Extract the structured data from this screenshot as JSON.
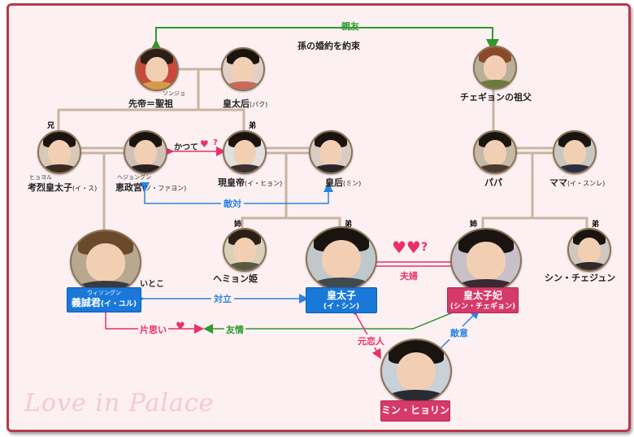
{
  "watermark": "Love in Palace",
  "relations": {
    "best_friend": "親友",
    "engagement": "孫の婚約を約束",
    "once": "かつて",
    "question1": "?",
    "rival": "敵対",
    "cousin": "いとこ",
    "confrontation": "対立",
    "couple": "夫婦",
    "question2": "?",
    "unrequited": "片思い",
    "friendship": "友情",
    "ex_lover": "元恋人",
    "hostility": "敵意",
    "older_brother": "兄",
    "younger_brother1": "弟",
    "older_sister1": "姉",
    "younger_brother2": "弟",
    "older_sister2": "姉",
    "younger_brother3": "弟"
  },
  "people": {
    "late_emperor": {
      "name": "先帝＝聖祖",
      "ruby": "ソンジョ",
      "color": "#d89a4a"
    },
    "grand_empress": {
      "name": "皇太后",
      "sub": "(パク)",
      "color": "#c86a5a"
    },
    "grandfather": {
      "name": "チェギョンの祖父",
      "color": "#6a7a3a"
    },
    "late_prince": {
      "name": "考烈皇太子",
      "sub": "(イ・ス)",
      "ruby": "ヒョヨル",
      "color": "#3a2a20"
    },
    "hyejeong": {
      "name": "恵政宮",
      "sub": "(ソ・ファヨン)",
      "ruby": "ヘジョングン",
      "color": "#2a2020"
    },
    "emperor": {
      "name": "現皇帝",
      "sub": "(イ・ヒョン)",
      "color": "#3a3030"
    },
    "empress": {
      "name": "皇后",
      "sub": "(ミン)",
      "color": "#2a2428"
    },
    "papa": {
      "name": "パパ",
      "color": "#4a3a30"
    },
    "mama": {
      "name": "ママ",
      "sub": "(イ・スンレ)",
      "color": "#2a3040"
    },
    "hyemyeong": {
      "name": "ヘミョン姫",
      "color": "#5a5a40"
    },
    "shin_chaejun": {
      "name": "シン・チェジュン",
      "color": "#302a28"
    }
  },
  "boxes": {
    "yul": {
      "name": "義誠君",
      "sub": "(イ・ユル)",
      "ruby": "ウィソングン"
    },
    "crown_prince": {
      "name": "皇太子",
      "sub": "(イ・シン)"
    },
    "princess": {
      "name": "皇太子妃",
      "sub": "(シン・チェギョン)"
    },
    "hyorin": {
      "name": "ミン・ヒョリン"
    }
  },
  "colors": {
    "frame": "#b83a4a",
    "background": "#fdf0f2",
    "green": "#2e9a2e",
    "blue": "#2a84e0",
    "pink": "#e8306a",
    "family_line": "#c8b4a0"
  }
}
